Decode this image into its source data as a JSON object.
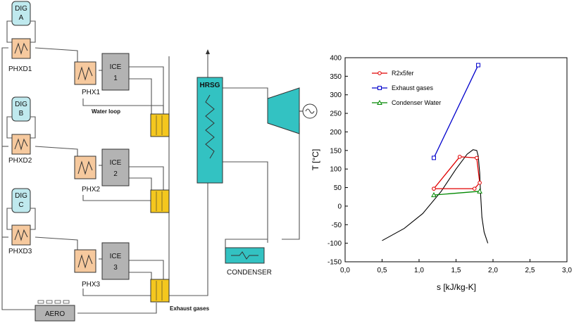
{
  "colors": {
    "digester": "#bfe9ee",
    "heat_exchanger": "#f6c99e",
    "engine": "#b3b3b3",
    "hrsg": "#33c2c2",
    "turbine": "#33c2c2",
    "condenser": "#33c2c2",
    "mixer": "#f4c71e",
    "aero": "#b3b3b3",
    "series_orc": "#e00000",
    "series_exhaust": "#0000cc",
    "series_condenser": "#008800",
    "saturation_dome": "#000000"
  },
  "diagram": {
    "units": [
      {
        "digester": "DIG",
        "digester_id": "A",
        "phxd": "PHXD1",
        "phx": "PHX1",
        "ice": "ICE",
        "ice_id": "1"
      },
      {
        "digester": "DIG",
        "digester_id": "B",
        "phxd": "PHXD2",
        "phx": "PHX2",
        "ice": "ICE",
        "ice_id": "2"
      },
      {
        "digester": "DIG",
        "digester_id": "C",
        "phxd": "PHXD3",
        "phx": "PHX3",
        "ice": "ICE",
        "ice_id": "3"
      }
    ],
    "water_loop": "Water loop",
    "hrsg": "HRSG",
    "condenser": "CONDENSER",
    "exhaust": "Exhaust gases",
    "aero": "AERO"
  },
  "chart_data": {
    "type": "line",
    "xlabel": "s [kJ/kg-K]",
    "ylabel": "T  [°C]",
    "xlim": [
      0,
      3
    ],
    "ylim": [
      -150,
      400
    ],
    "xticks": [
      "0,0",
      "0,5",
      "1,0",
      "1,5",
      "2,0",
      "2,5",
      "3,0"
    ],
    "xtick_values": [
      0,
      0.5,
      1.0,
      1.5,
      2.0,
      2.5,
      3.0
    ],
    "yticks": [
      "400",
      "350",
      "300",
      "250",
      "200",
      "150",
      "100",
      "50",
      "0",
      "-50",
      "-100",
      "-150"
    ],
    "ytick_values": [
      400,
      350,
      300,
      250,
      200,
      150,
      100,
      50,
      0,
      -50,
      -100,
      -150
    ],
    "grid": false,
    "legend_position": "top-left",
    "series": [
      {
        "name": "R2x5fer",
        "color": "#e00000",
        "marker": "circle",
        "x": [
          1.2,
          1.55,
          1.78,
          1.82,
          1.75,
          1.2
        ],
        "y": [
          47,
          133,
          130,
          63,
          47,
          47
        ]
      },
      {
        "name": "Exhaust gases",
        "color": "#0000cc",
        "marker": "square",
        "x": [
          1.2,
          1.8
        ],
        "y": [
          130,
          380
        ]
      },
      {
        "name": "Condenser Water",
        "color": "#008800",
        "marker": "triangle",
        "x": [
          1.2,
          1.82
        ],
        "y": [
          30,
          40
        ]
      }
    ],
    "saturation_dome": {
      "x": [
        0.5,
        0.8,
        1.05,
        1.3,
        1.5,
        1.65,
        1.73,
        1.78,
        1.8,
        1.82,
        1.83,
        1.85,
        1.88,
        1.93
      ],
      "y": [
        -93,
        -60,
        -20,
        40,
        100,
        140,
        152,
        150,
        135,
        90,
        40,
        -30,
        -70,
        -100
      ]
    }
  }
}
